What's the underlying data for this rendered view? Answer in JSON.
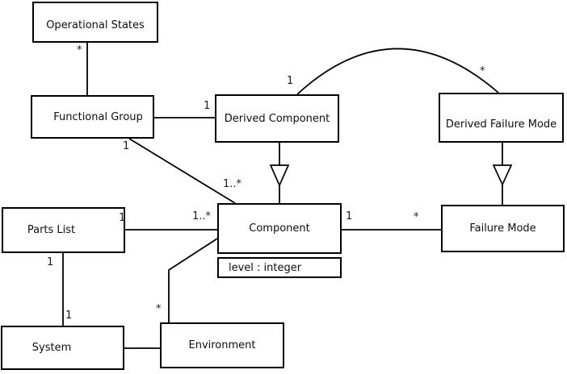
{
  "diagram": {
    "kind": "uml-class-diagram",
    "background_color": "#ffffff",
    "line_color": "#000000",
    "nodes": {
      "operational_states": {
        "label": "Operational States"
      },
      "functional_group": {
        "label": "Functional Group"
      },
      "derived_component": {
        "label": "Derived Component"
      },
      "derived_failure_mode": {
        "label": "Derived Failure Mode"
      },
      "parts_list": {
        "label": "Parts List"
      },
      "component": {
        "label": "Component",
        "attributes": [
          "level : integer"
        ]
      },
      "failure_mode": {
        "label": "Failure Mode"
      },
      "system": {
        "label": "System"
      },
      "environment": {
        "label": "Environment"
      }
    },
    "labels": {
      "os_fg_star": "*",
      "fg_comp_one": "1",
      "fg_dc_one": "1",
      "dc_arc_one": "1",
      "dfm_arc_star": "*",
      "fg_comp_onestar": "1..*",
      "pl_comp_one": "1",
      "pl_comp_onestar": "1..*",
      "comp_fm_one": "1",
      "comp_fm_star": "*",
      "pl_sys_one_top": "1",
      "pl_sys_one_bottom": "1",
      "comp_env_star": "*"
    },
    "edges": [
      {
        "source": "Operational States",
        "target": "Functional Group",
        "kind": "association",
        "source_multiplicity": "*"
      },
      {
        "source": "Functional Group",
        "target": "Derived Component",
        "kind": "association",
        "target_multiplicity": "1"
      },
      {
        "source": "Functional Group",
        "target": "Component",
        "kind": "association",
        "source_multiplicity": "1",
        "target_multiplicity": "1..*"
      },
      {
        "source": "Derived Component",
        "target": "Derived Failure Mode",
        "kind": "association-arc",
        "source_multiplicity": "1",
        "target_multiplicity": "*"
      },
      {
        "source": "Derived Component",
        "target": "Component",
        "kind": "generalization"
      },
      {
        "source": "Derived Failure Mode",
        "target": "Failure Mode",
        "kind": "generalization"
      },
      {
        "source": "Parts List",
        "target": "Component",
        "kind": "association",
        "source_multiplicity": "1",
        "target_multiplicity": "1..*"
      },
      {
        "source": "Component",
        "target": "Failure Mode",
        "kind": "association",
        "source_multiplicity": "1",
        "target_multiplicity": "*"
      },
      {
        "source": "Parts List",
        "target": "System",
        "kind": "association",
        "source_multiplicity": "1",
        "target_multiplicity": "1"
      },
      {
        "source": "Component",
        "target": "Environment",
        "kind": "association",
        "target_multiplicity": "*"
      },
      {
        "source": "System",
        "target": "Environment",
        "kind": "association"
      }
    ]
  }
}
